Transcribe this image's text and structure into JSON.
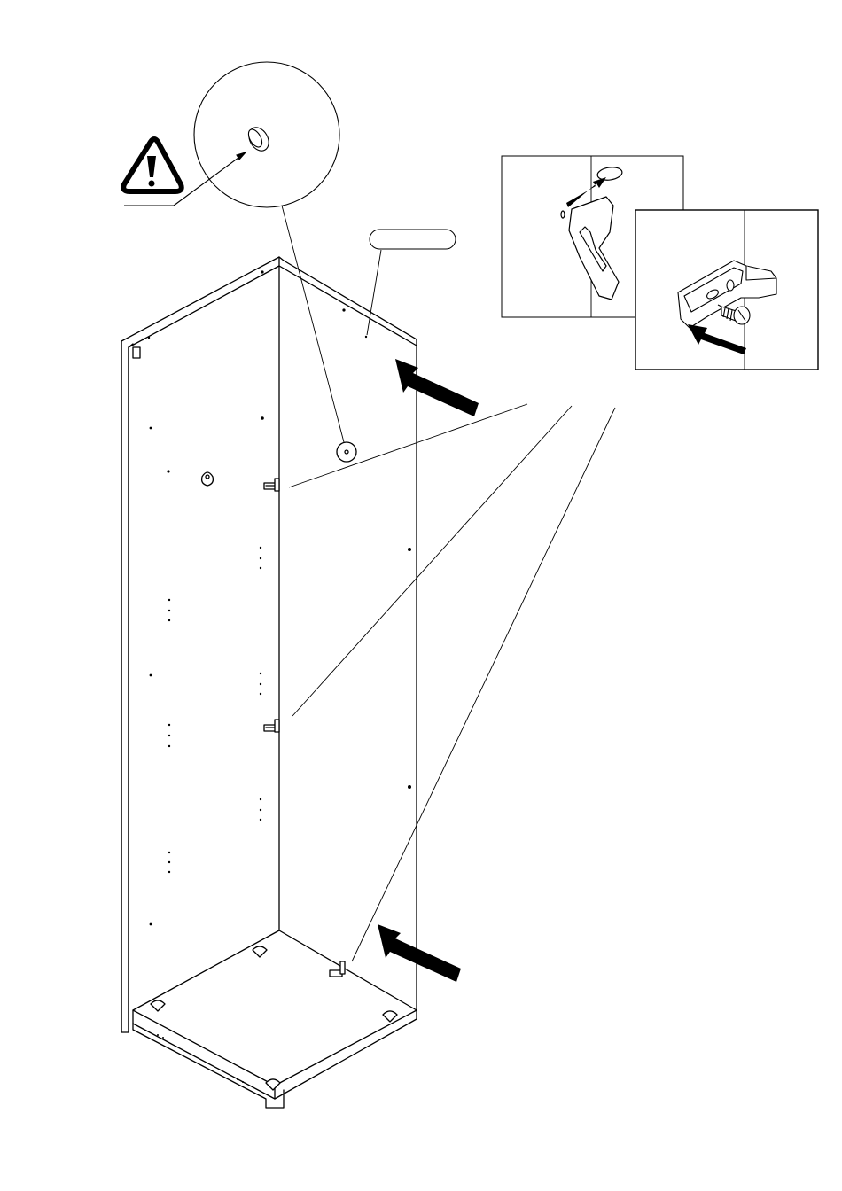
{
  "diagram": {
    "kind": "assembly-instruction",
    "warning": {
      "icon": "warning-triangle-icon"
    },
    "part_label": {
      "text": ""
    },
    "detail_views": [
      {
        "name": "hinge-plate-detail",
        "icon": "hinge-cam-icon"
      },
      {
        "name": "screw-detail",
        "icon": "screw-icon"
      }
    ],
    "arrows": [
      {
        "name": "insert-arrow-top",
        "icon": "push-arrow-icon"
      },
      {
        "name": "insert-arrow-bottom",
        "icon": "push-arrow-icon"
      }
    ],
    "colors": {
      "line": "#000000",
      "background": "#ffffff",
      "arrow": "#000000"
    }
  }
}
